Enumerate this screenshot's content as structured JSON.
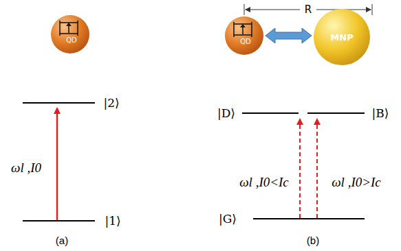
{
  "diagram": {
    "nodes": [
      {
        "text": [
          "QD"
        ]
      },
      {
        "text": [
          "QD"
        ]
      },
      {
        "text": [
          "MNP"
        ]
      }
    ],
    "edges": [
      {
        "from": 1,
        "to": 2,
        "arrow": "both"
      }
    ],
    "labels": [
      "|2⟩",
      "|1⟩",
      "ωl ,I0",
      "(a)",
      "R",
      "|D⟩",
      "|B⟩",
      "|G⟩",
      "ωl ,I0<Ic",
      "ωl ,I0>Ic",
      "(b)"
    ]
  }
}
